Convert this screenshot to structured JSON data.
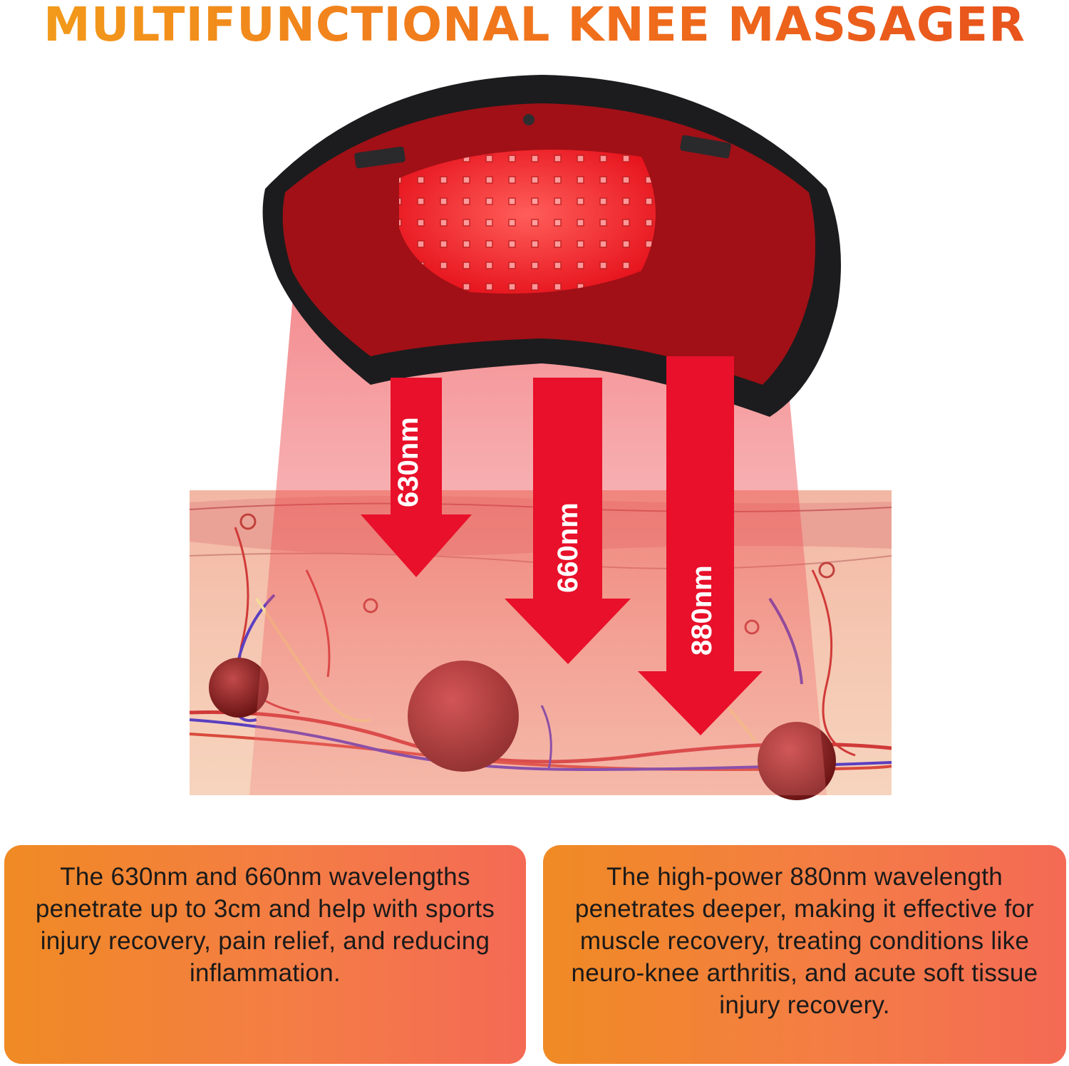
{
  "title": "MULTIFUNCTIONAL KNEE MASSAGER",
  "wavelengths": [
    "630nm",
    "660nm",
    "880nm"
  ],
  "info_left": "The 630nm and 660nm wavelengths penetrate up to 3cm and help with sports injury recovery, pain relief, and reducing inflammation.",
  "info_right": "The high-power 880nm wavelength penetrates deeper, making it effective for muscle recovery, treating conditions like neuro-knee arthritis, and acute soft tissue injury recovery.",
  "colors": {
    "title": "#ee6a1e",
    "light": "#e8102a",
    "panel": "#f08a24"
  }
}
